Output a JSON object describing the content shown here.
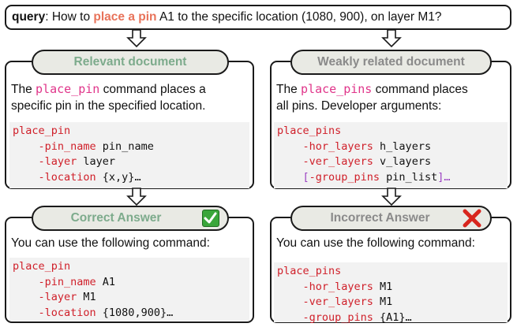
{
  "query": {
    "label": "query",
    "sep": ": How to ",
    "action": "place a pin",
    "rest": " A1 to the specific location (1080, 900), on layer M1?"
  },
  "left": {
    "header": "Relevant document",
    "desc_pre": "The ",
    "desc_cmd": "place_pin",
    "desc_post1": " command places a",
    "desc_post2": "specific pin in the specified location.",
    "code": [
      {
        "k": "place_pin",
        "v": ""
      },
      {
        "k": "    -pin_name",
        "v": " pin_name"
      },
      {
        "k": "    -layer",
        "v": " layer"
      },
      {
        "k": "    -location",
        "v": " {x,y}…"
      }
    ],
    "answer_header": "Correct Answer",
    "answer_text": "You can use the following command:",
    "answer_code": [
      {
        "k": "place_pin",
        "v": ""
      },
      {
        "k": "    -pin_name",
        "v": " A1"
      },
      {
        "k": "    -layer",
        "v": " M1"
      },
      {
        "k": "    -location",
        "v": " {1080,900}…"
      }
    ]
  },
  "right": {
    "header": "Weakly related document",
    "desc_pre": "The ",
    "desc_cmd": "place_pins",
    "desc_post1": " command places",
    "desc_post2": "all pins. Developer arguments:",
    "code": [
      {
        "k": "place_pins",
        "v": ""
      },
      {
        "k": "    -hor_layers",
        "v": " h_layers"
      },
      {
        "k": "    -ver_layers",
        "v": " v_layers"
      },
      {
        "k": "    [-group_pins",
        "v": " pin_list]…"
      }
    ],
    "answer_header": "Incorrect Answer",
    "answer_text": "You can use the following command:",
    "answer_code": [
      {
        "k": "place_pins",
        "v": ""
      },
      {
        "k": "    -hor_layers",
        "v": " M1"
      },
      {
        "k": "    -ver_layers",
        "v": " M1"
      },
      {
        "k": "    -group_pins",
        "v": " {A1}…"
      }
    ]
  },
  "icons": {
    "correct": "check-mark-icon",
    "incorrect": "cross-mark-icon"
  },
  "colors": {
    "highlight": "#e8735a",
    "command": "#e0358a",
    "keyword": "#d0202a",
    "correct_header": "#7dab8c",
    "check": "#3aa63a",
    "cross": "#d8261d"
  }
}
